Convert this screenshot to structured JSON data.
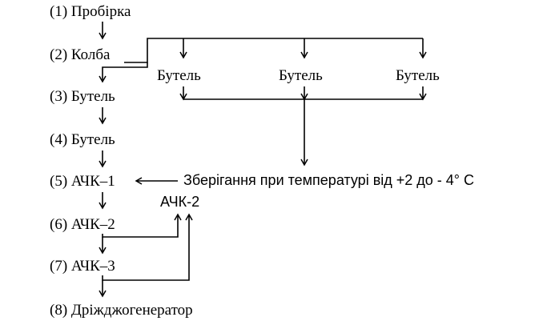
{
  "steps": [
    "(1) Пробірка",
    "(2) Колба",
    "(3) Бутель",
    "(4) Бутель",
    "(5) АЧК–1",
    "(6) АЧК–2",
    "(7) АЧК–3",
    "(8) Дріжджогенератор"
  ],
  "bottles": [
    "Бутель",
    "Бутель",
    "Бутель"
  ],
  "storage": "Зберігання при температурі від +2 до - 4° С",
  "ack2_label": "АЧК-2"
}
